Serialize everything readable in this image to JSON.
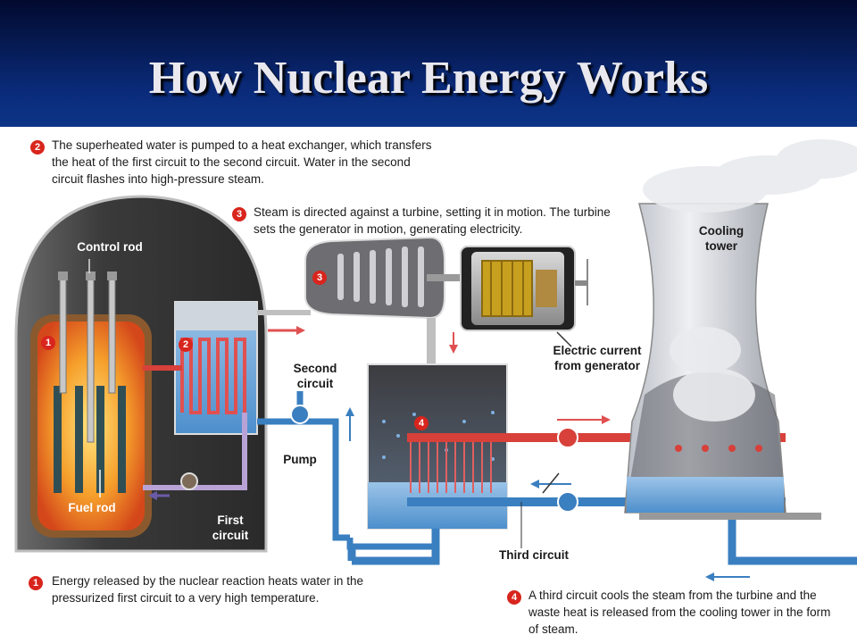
{
  "title": "How Nuclear Energy Works",
  "steps": [
    {
      "num": "1",
      "text": "Energy released by the nuclear reaction heats water in the pressurized first circuit to a very high temperature."
    },
    {
      "num": "2",
      "text": "The superheated water is pumped to a heat exchanger, which transfers the heat of the first circuit to the second circuit. Water in the second circuit flashes into high-pressure steam."
    },
    {
      "num": "3",
      "text": "Steam is directed against a turbine, setting it in motion. The turbine sets the generator in motion, generating electricity."
    },
    {
      "num": "4",
      "text": "A third circuit cools the steam from the turbine and the waste heat is released from the cooling tower in the form of steam."
    }
  ],
  "labels": {
    "control_rod": "Control rod",
    "fuel_rod": "Fuel rod",
    "second_circuit": "Second circuit",
    "pump": "Pump",
    "first_circuit": "First circuit",
    "electric_current": "Electric current from generator",
    "cooling_tower": "Cooling tower",
    "third_circuit": "Third circuit"
  },
  "colors": {
    "step_marker": "#d8251d",
    "hot_pipe": "#d8403a",
    "cold_pipe": "#3a7fc0",
    "first_circuit_pipe": "#b9a3d6"
  }
}
